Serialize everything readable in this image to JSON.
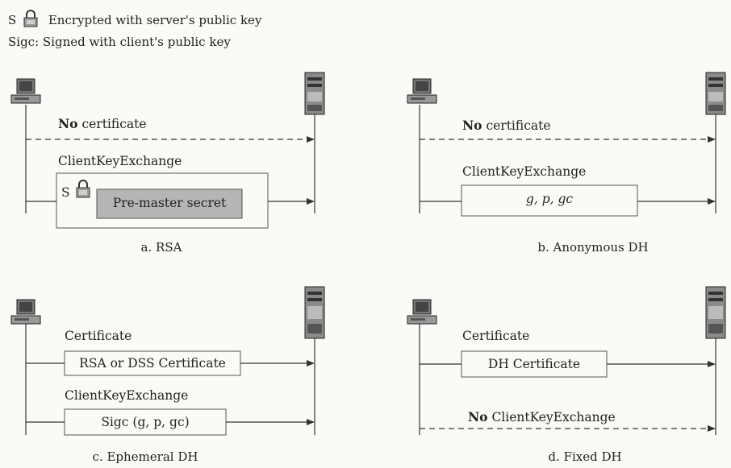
{
  "legend": {
    "encrypted_prefix": "S",
    "encrypted_text": "Encrypted with server's public key",
    "signed_text": "Sigc: Signed with client's public key"
  },
  "panels": {
    "a": {
      "caption": "a. RSA",
      "msg1_bold": "No",
      "msg1_rest": " certificate",
      "msg2_label": "ClientKeyExchange",
      "box_prefix": "S",
      "box_text": "Pre-master secret"
    },
    "b": {
      "caption": "b. Anonymous DH",
      "msg1_bold": "No",
      "msg1_rest": " certificate",
      "msg2_label": "ClientKeyExchange",
      "box_text": "g, p, gc"
    },
    "c": {
      "caption": "c. Ephemeral DH",
      "msg1_label": "Certificate",
      "box1_text": "RSA or DSS Certificate",
      "msg2_label": "ClientKeyExchange",
      "box2_text": "Sigc (g, p, gc)"
    },
    "d": {
      "caption": "d. Fixed DH",
      "msg1_label": "Certificate",
      "box1_text": "DH Certificate",
      "msg2_bold": "No",
      "msg2_rest": " ClientKeyExchange"
    }
  },
  "icons": {
    "client": "computer-icon",
    "server": "server-icon",
    "lock": "lock-icon"
  }
}
